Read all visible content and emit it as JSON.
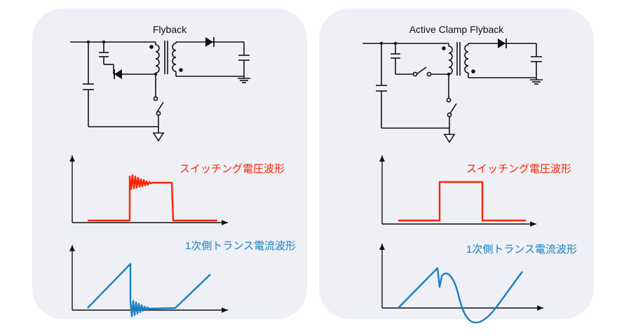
{
  "colors": {
    "panel_bg": "#eef0f5",
    "voltage_wave": "#ff2200",
    "current_wave": "#1a7fc1",
    "circuit": "#111111"
  },
  "panels": [
    {
      "title": "Flyback",
      "voltage_label": "スイッチング電圧波形",
      "current_label": "1次側トランス電流波形"
    },
    {
      "title": "Active Clamp Flyback",
      "voltage_label": "スイッチング電圧波形",
      "current_label": "1次側トランス電流波形"
    }
  ]
}
